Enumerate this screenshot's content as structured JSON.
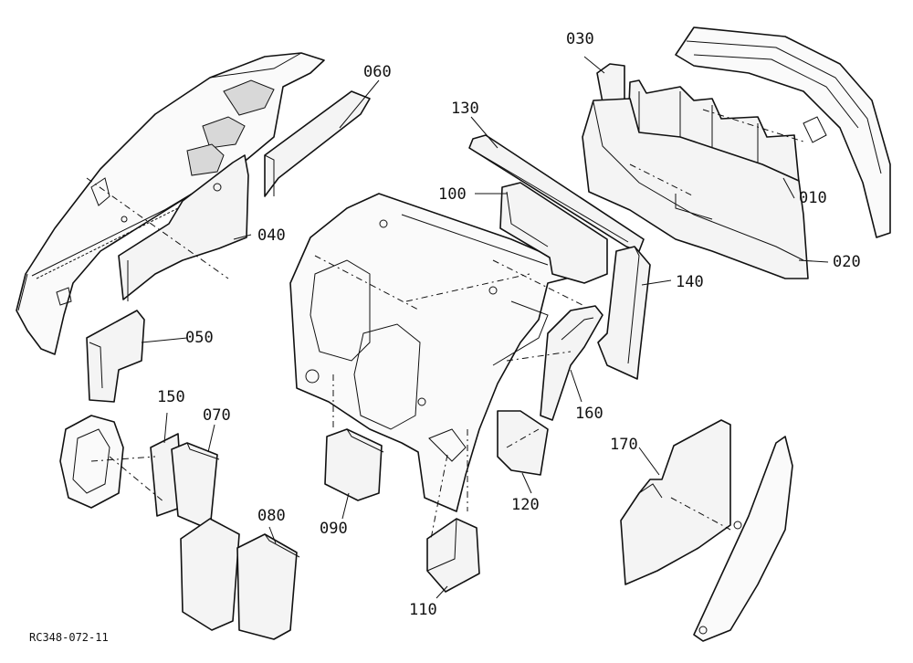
{
  "diagram": {
    "drawing_ref": "RC348-072-11",
    "callouts": {
      "p010": "010",
      "p020": "020",
      "p030": "030",
      "p040": "040",
      "p050": "050",
      "p060": "060",
      "p070": "070",
      "p080": "080",
      "p090": "090",
      "p100": "100",
      "p110": "110",
      "p120": "120",
      "p130": "130",
      "p140": "140",
      "p150": "150",
      "p160": "160",
      "p170": "170"
    }
  }
}
